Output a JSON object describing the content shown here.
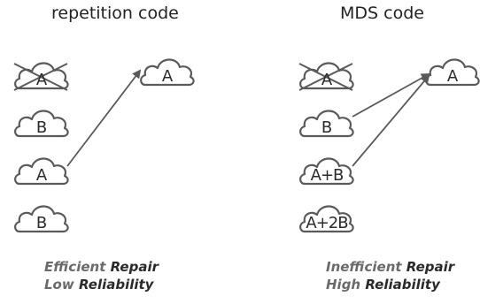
{
  "left_panel": {
    "title": "repetition code",
    "clouds": [
      "A",
      "B",
      "A",
      "B"
    ],
    "target": "A",
    "caption_line1_word1": "Efficient",
    "caption_line1_word2": "Repair",
    "caption_line2_word1": "Low",
    "caption_line2_word2": "Reliability"
  },
  "right_panel": {
    "title": "MDS code",
    "clouds": [
      "A",
      "B",
      "A+B",
      "A+2B"
    ],
    "target": "A",
    "caption_line1_word1": "Inefficient",
    "caption_line1_word2": "Repair",
    "caption_line2_word1": "High",
    "caption_line2_word2": "Reliability"
  },
  "colors": {
    "stroke": "#5a5a5a",
    "text": "#2b2b2b",
    "caption_dim": "#6a6a6a",
    "caption_dark": "#2a2a2a"
  }
}
